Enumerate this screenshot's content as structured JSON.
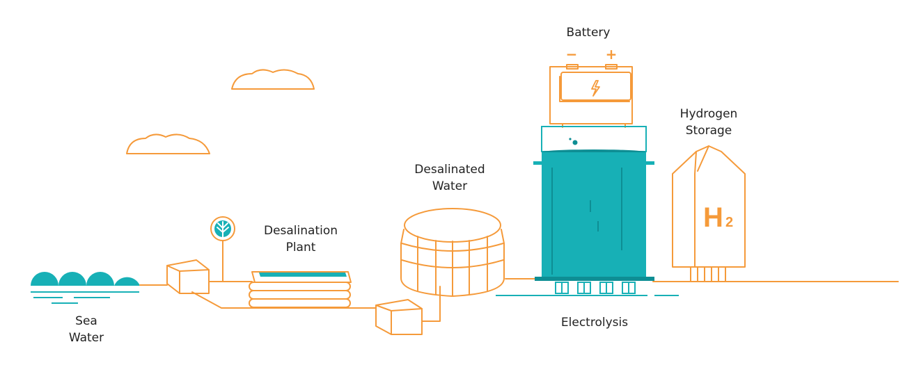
{
  "labels": {
    "battery": "Battery",
    "battery_minus": "−",
    "battery_plus": "+",
    "hydrogen_storage_line1": "Hydrogen",
    "hydrogen_storage_line2": "Storage",
    "h2_symbol": "H",
    "h2_subscript": "2",
    "desalinated_water_line1": "Desalinated",
    "desalinated_water_line2": "Water",
    "desalination_plant_line1": "Desalination",
    "desalination_plant_line2": "Plant",
    "electrolysis": "Electrolysis",
    "sea_water_line1": "Sea",
    "sea_water_line2": "Water"
  },
  "colors": {
    "orange": "#f59a3a",
    "teal": "#17b0b6",
    "teal_dark": "#0e8e94",
    "text": "#222222"
  },
  "icons": [
    "cloud-icon",
    "wave-icon",
    "tree-icon",
    "lightning-icon",
    "battery-icon",
    "storage-tank-icon",
    "hydrogen-tank-icon",
    "electrolyzer-icon",
    "desalination-plant-icon",
    "pump-box-icon"
  ]
}
